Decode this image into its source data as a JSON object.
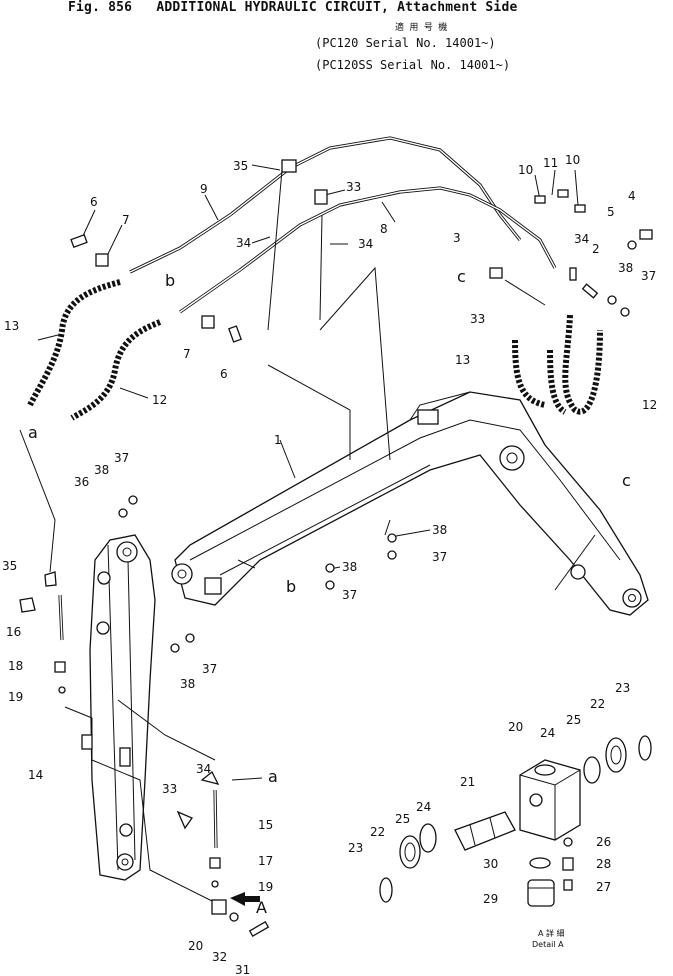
{
  "header": {
    "fig_label": "Fig. 856",
    "title": "ADDITIONAL HYDRAULIC CIRCUIT, Attachment Side",
    "jp_label": "適 用 号 機",
    "model_line_1": "PC120    Serial No. 14001~",
    "model_line_2": "PC120SS Serial No. 14001~"
  },
  "callouts": {
    "c1": "1",
    "c2": "2",
    "c3": "3",
    "c4": "4",
    "c5": "5",
    "c6a": "6",
    "c6b": "6",
    "c7a": "7",
    "c7b": "7",
    "c8": "8",
    "c9": "9",
    "c10a": "10",
    "c10b": "10",
    "c11": "11",
    "c12a": "12",
    "c12b": "12",
    "c13a": "13",
    "c13b": "13",
    "c14": "14",
    "c15": "15",
    "c16": "16",
    "c17": "17",
    "c18": "18",
    "c19a": "19",
    "c19b": "19",
    "c20a": "20",
    "c20b": "20",
    "c21": "21",
    "c22a": "22",
    "c22b": "22",
    "c23a": "23",
    "c23b": "23",
    "c24a": "24",
    "c24b": "24",
    "c25a": "25",
    "c25b": "25",
    "c26": "26",
    "c27": "27",
    "c28": "28",
    "c29": "29",
    "c30": "30",
    "c31": "31",
    "c32": "32",
    "c33a": "33",
    "c33b": "33",
    "c33c": "33",
    "c34a": "34",
    "c34b": "34",
    "c34c": "34",
    "c34d": "34",
    "c35a": "35",
    "c35b": "35",
    "c36": "36",
    "c37a": "37",
    "c37b": "37",
    "c37c": "37",
    "c37d": "37",
    "c37e": "37",
    "c38a": "38",
    "c38b": "38",
    "c38c": "38",
    "c38d": "38",
    "c38e": "38"
  },
  "refs": {
    "a1": "a",
    "a2": "a",
    "b1": "b",
    "b2": "b",
    "c1": "c",
    "c2": "c",
    "arrow_A": "A"
  },
  "detail": {
    "jp": "A 詳 細",
    "label": "Detail A"
  }
}
